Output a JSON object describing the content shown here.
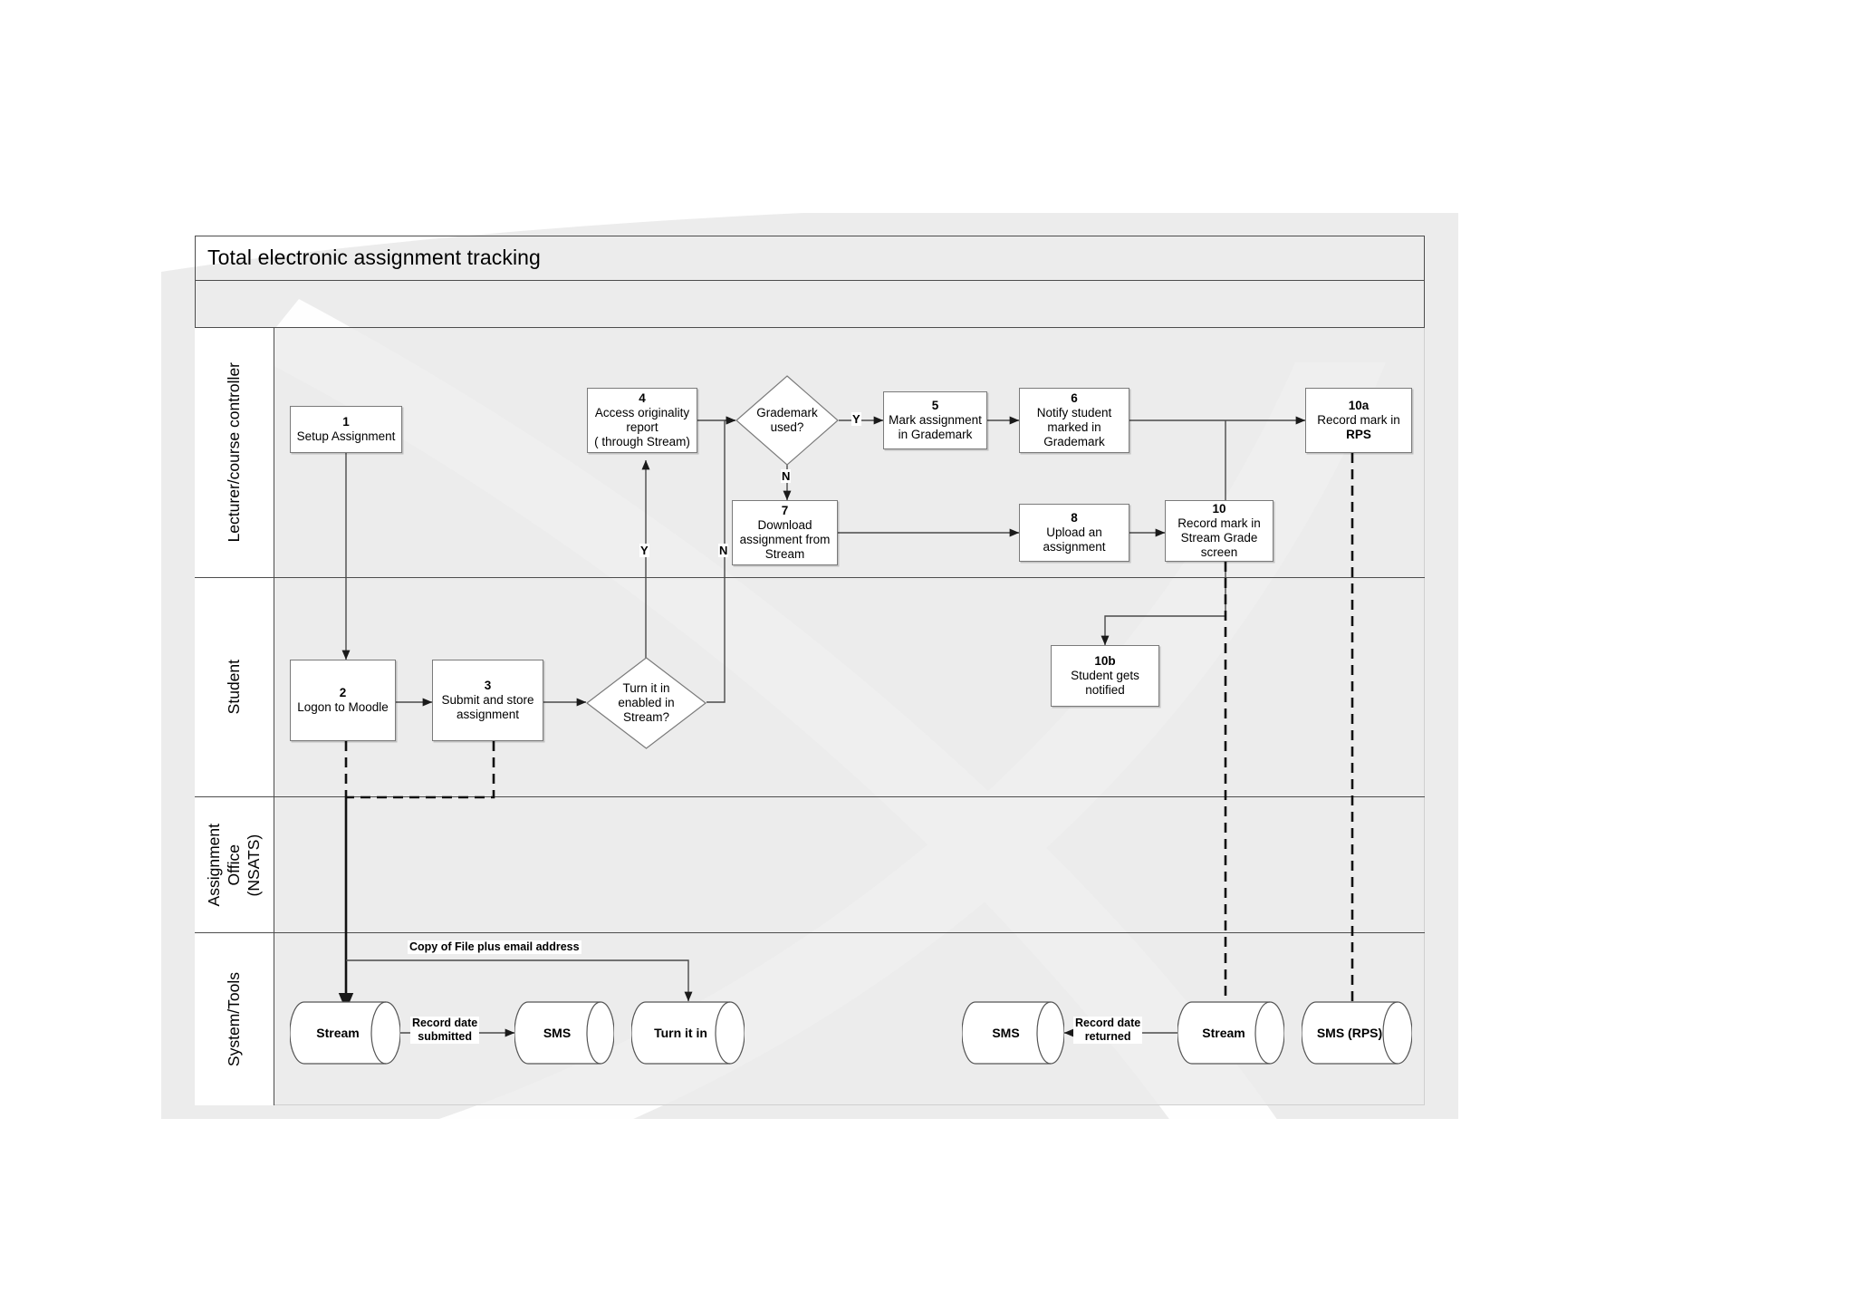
{
  "document": {
    "title": "Total electronic assignment tracking",
    "subtitle": ""
  },
  "lanes": [
    {
      "id": "lecturer",
      "label": "Lecturer/course controller"
    },
    {
      "id": "student",
      "label": "Student"
    },
    {
      "id": "office",
      "label": "Assignment\nOffice\n(NSATS)"
    },
    {
      "id": "tools",
      "label": "System/Tools"
    }
  ],
  "nodes": [
    {
      "id": "n1",
      "lane": "lecturer",
      "type": "process",
      "num": "1",
      "text": "Setup Assignment"
    },
    {
      "id": "n4",
      "lane": "lecturer",
      "type": "process",
      "num": "4",
      "text": "Access originality\nreport\n( through Stream)"
    },
    {
      "id": "d1",
      "lane": "lecturer",
      "type": "decision",
      "num": "",
      "text": "Grademark\nused?"
    },
    {
      "id": "n5",
      "lane": "lecturer",
      "type": "process",
      "num": "5",
      "text": "Mark assignment\nin Grademark"
    },
    {
      "id": "n6",
      "lane": "lecturer",
      "type": "process",
      "num": "6",
      "text": "Notify student\nmarked in\nGrademark"
    },
    {
      "id": "n10a",
      "lane": "lecturer",
      "type": "process",
      "num": "10a",
      "text": "Record mark in\nRPS",
      "bold_tail": "RPS"
    },
    {
      "id": "n7",
      "lane": "lecturer",
      "type": "process",
      "num": "7",
      "text": "Download\nassignment from\nStream"
    },
    {
      "id": "n8",
      "lane": "lecturer",
      "type": "process",
      "num": "8",
      "text": "Upload an\nassignment"
    },
    {
      "id": "n10",
      "lane": "lecturer",
      "type": "process",
      "num": "10",
      "text": "Record mark in\nStream Grade\nscreen"
    },
    {
      "id": "n2",
      "lane": "student",
      "type": "process",
      "num": "2",
      "text": "Logon to Moodle"
    },
    {
      "id": "n3",
      "lane": "student",
      "type": "process",
      "num": "3",
      "text": "Submit and store\nassignment"
    },
    {
      "id": "d2",
      "lane": "student",
      "type": "decision",
      "num": "",
      "text": "Turn it in\nenabled in\nStream?"
    },
    {
      "id": "n10b",
      "lane": "student",
      "type": "process",
      "num": "10b",
      "text": "Student gets\nnotified"
    },
    {
      "id": "c1",
      "lane": "tools",
      "type": "datastore",
      "text": "Stream"
    },
    {
      "id": "c2",
      "lane": "tools",
      "type": "datastore",
      "text": "SMS"
    },
    {
      "id": "c3",
      "lane": "tools",
      "type": "datastore",
      "text": "Turn it in"
    },
    {
      "id": "c4",
      "lane": "tools",
      "type": "datastore",
      "text": "SMS"
    },
    {
      "id": "c5",
      "lane": "tools",
      "type": "datastore",
      "text": "Stream"
    },
    {
      "id": "c6",
      "lane": "tools",
      "type": "datastore",
      "text": "SMS (RPS)"
    }
  ],
  "edge_labels": {
    "y_grademark": "Y",
    "n_grademark": "N",
    "y_turnitin": "Y",
    "n_turnitin": "N",
    "copy_of_file": "Copy of File plus email address",
    "record_date_submitted": "Record date\nsubmitted",
    "record_date_returned": "Record date\nreturned"
  },
  "colors": {
    "lane_fill": "#ebebeb",
    "border": "#4d4d4d",
    "node_border": "#7a7a7a",
    "node_fill": "#ffffff",
    "line": "#3a3a3a"
  }
}
